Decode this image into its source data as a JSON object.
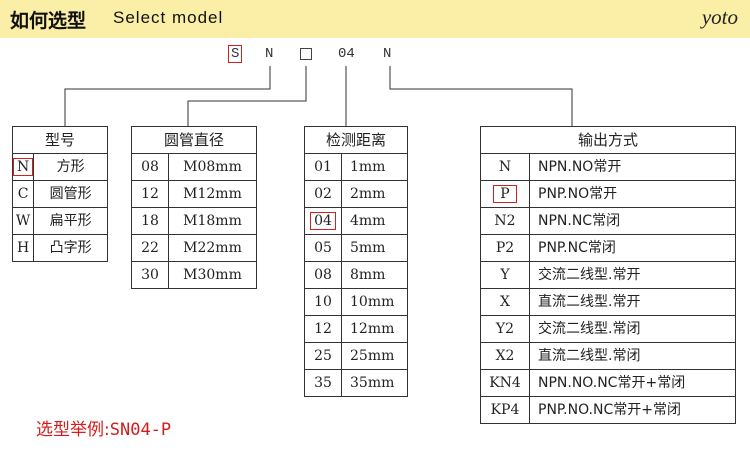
{
  "header": {
    "title_cn": "如何选型",
    "title_en": "Select model",
    "brand": "yoto"
  },
  "model_code": {
    "parts": [
      "S",
      "N",
      "□",
      "04",
      "N"
    ]
  },
  "type_table": {
    "header": "型号",
    "rows": [
      {
        "code": "N",
        "name": "方形"
      },
      {
        "code": "C",
        "name": "圆管形"
      },
      {
        "code": "W",
        "name": "扁平形"
      },
      {
        "code": "H",
        "name": "凸字形"
      }
    ]
  },
  "diameter_table": {
    "header": "圆管直径",
    "rows": [
      {
        "code": "08",
        "name": "M08mm"
      },
      {
        "code": "12",
        "name": "M12mm"
      },
      {
        "code": "18",
        "name": "M18mm"
      },
      {
        "code": "22",
        "name": "M22mm"
      },
      {
        "code": "30",
        "name": "M30mm"
      }
    ]
  },
  "distance_table": {
    "header": "检测距离",
    "rows": [
      {
        "code": "01",
        "name": "1mm"
      },
      {
        "code": "02",
        "name": "2mm"
      },
      {
        "code": "04",
        "name": "4mm"
      },
      {
        "code": "05",
        "name": "5mm"
      },
      {
        "code": "08",
        "name": "8mm"
      },
      {
        "code": "10",
        "name": "10mm"
      },
      {
        "code": "12",
        "name": "12mm"
      },
      {
        "code": "25",
        "name": "25mm"
      },
      {
        "code": "35",
        "name": "35mm"
      }
    ]
  },
  "output_table": {
    "header": "输出方式",
    "rows": [
      {
        "code": "N",
        "name": "NPN.NO常开"
      },
      {
        "code": "P",
        "name": "PNP.NO常开"
      },
      {
        "code": "N2",
        "name": "NPN.NC常闭"
      },
      {
        "code": "P2",
        "name": "PNP.NC常闭"
      },
      {
        "code": "Y",
        "name": "交流二线型.常开"
      },
      {
        "code": "X",
        "name": "直流二线型.常开"
      },
      {
        "code": "Y2",
        "name": "交流二线型.常闭"
      },
      {
        "code": "X2",
        "name": "直流二线型.常闭"
      },
      {
        "code": "KN4",
        "name": "NPN.NO.NC常开+常闭"
      },
      {
        "code": "KP4",
        "name": "PNP.NO.NC常开+常闭"
      }
    ]
  },
  "example": {
    "label": "选型举例:",
    "code": "SN04-P"
  },
  "colors": {
    "header_bg": "#fbeea7",
    "highlight_red": "#d02020",
    "example_red": "#d51b1b"
  }
}
